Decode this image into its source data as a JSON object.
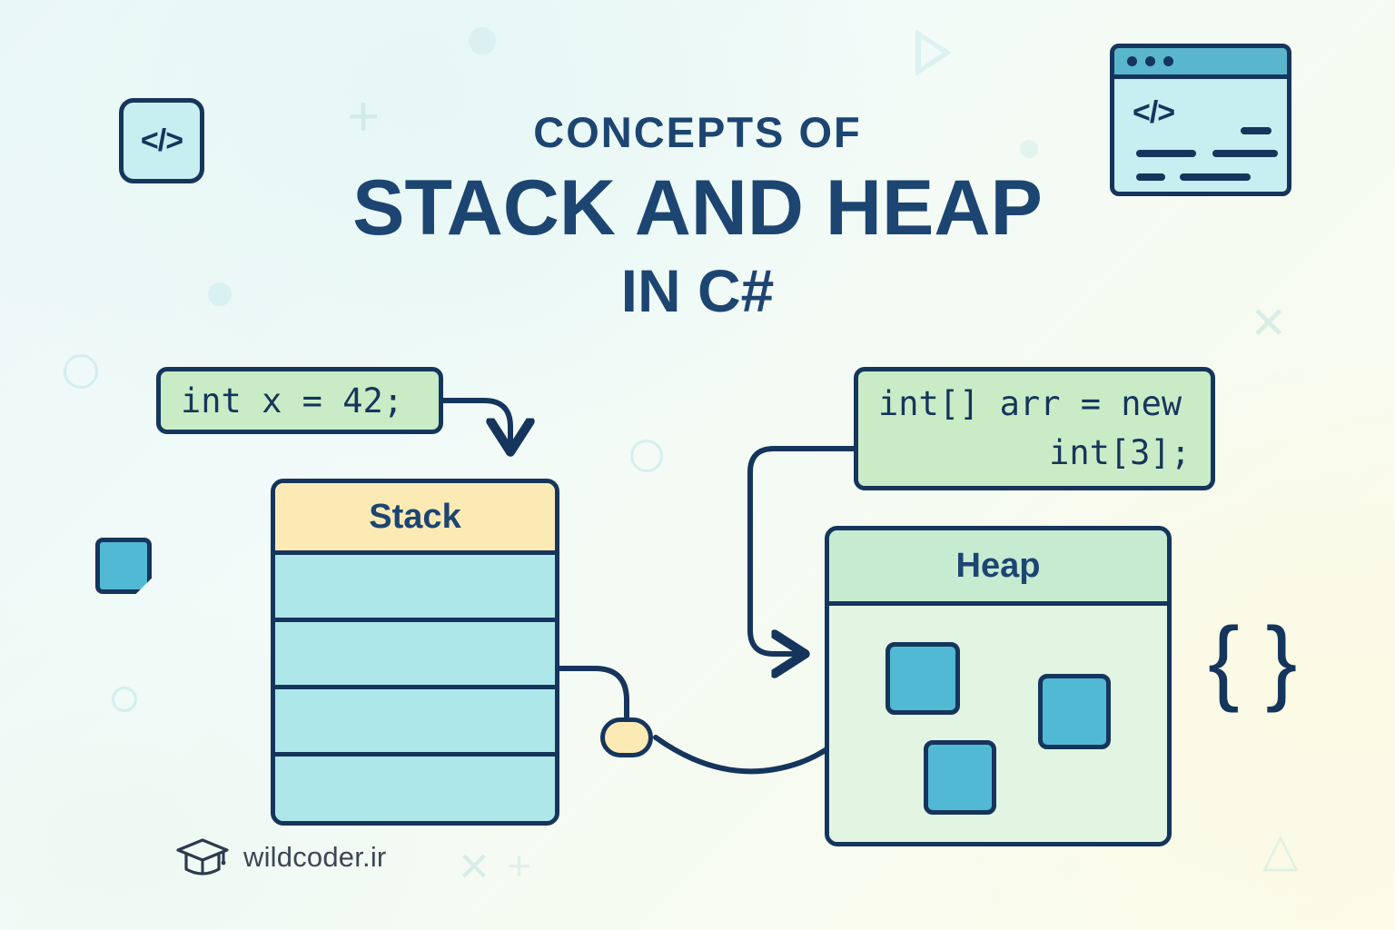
{
  "title": {
    "kicker": "Concepts of",
    "main": "Stack and Heap",
    "sub": "in C#"
  },
  "icons": {
    "code_badge": "code-brackets-icon",
    "browser_window": "browser-window-icon",
    "braces": "{ }",
    "code_symbol": "</>"
  },
  "code_boxes": [
    {
      "name": "stack-code-snippet",
      "lines": [
        "int x = 42;"
      ]
    },
    {
      "name": "heap-code-snippet",
      "lines": [
        "int[] arr = new",
        "int[3];"
      ]
    }
  ],
  "stack": {
    "title": "Stack",
    "slot_count": 4,
    "header_color": "#fceab4",
    "slot_color": "#aee7ea"
  },
  "heap": {
    "title": "Heap",
    "object_count": 3,
    "header_color": "#c6ebd1",
    "body_color": "#e1f5e2",
    "object_color": "#52b9d4"
  },
  "colors": {
    "outline": "#16355c",
    "title_text": "#1d4572",
    "code_bg": "#c9ecc6",
    "pointer_node": "#fceab4",
    "accent_teal": "#52b9d4"
  },
  "brand": {
    "name": "wildcoder.ir",
    "logo": "graduation-cap-icon"
  }
}
